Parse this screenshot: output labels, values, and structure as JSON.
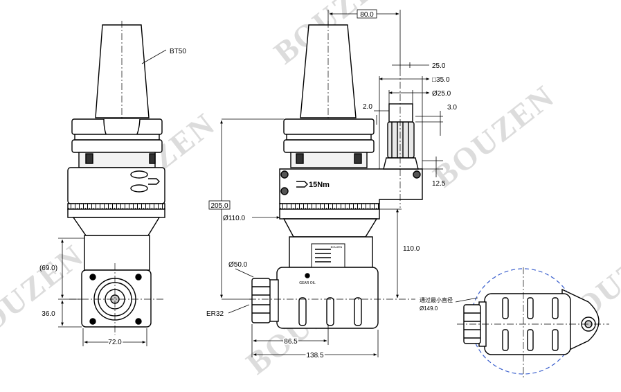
{
  "watermark": "BOUZEN",
  "labels": {
    "bt50": "BT50",
    "torque": "15Nm",
    "er32": "ER32",
    "clearance_note": "通过最小直径"
  },
  "dimensions": {
    "d80": "80.0",
    "d25": "25.0",
    "sq35": "□35.0",
    "dia25": "Ø25.0",
    "d2": "2.0",
    "d3": "3.0",
    "d12_5": "12.5",
    "d205": "205.0",
    "dia110": "Ø110.0",
    "d110": "110.0",
    "dia50": "Ø50.0",
    "d86_5": "86.5",
    "d138_5": "138.5",
    "d69": "(69.0)",
    "d36": "36.0",
    "d72": "72.0",
    "dia149": "Ø149.0"
  },
  "plate_text": "BOUZEN",
  "plate_sub": "GEAR OIL"
}
